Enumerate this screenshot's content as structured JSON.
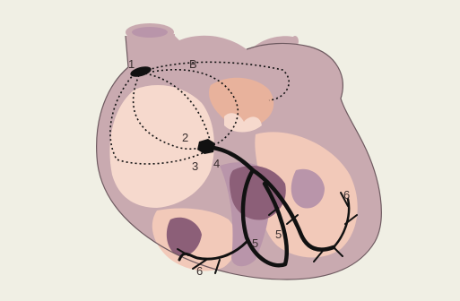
{
  "diagram": {
    "colors": {
      "background": "#f0efe4",
      "heart_wall": "#c9aab0",
      "heart_outline": "#6e5a60",
      "atrium_inner": "#f6d9cd",
      "ventricle_inner": "#f2c9b9",
      "muscle_dark": "#8c5f78",
      "muscle_mid": "#b995aa",
      "valve_peach": "#e8b29c",
      "conduction": "#111111"
    },
    "labels": {
      "l1": "1",
      "lB": "B",
      "l2": "2",
      "l3": "3",
      "l4": "4",
      "l5a": "5",
      "l5b": "5",
      "l6a": "6",
      "l6b": "6"
    }
  }
}
